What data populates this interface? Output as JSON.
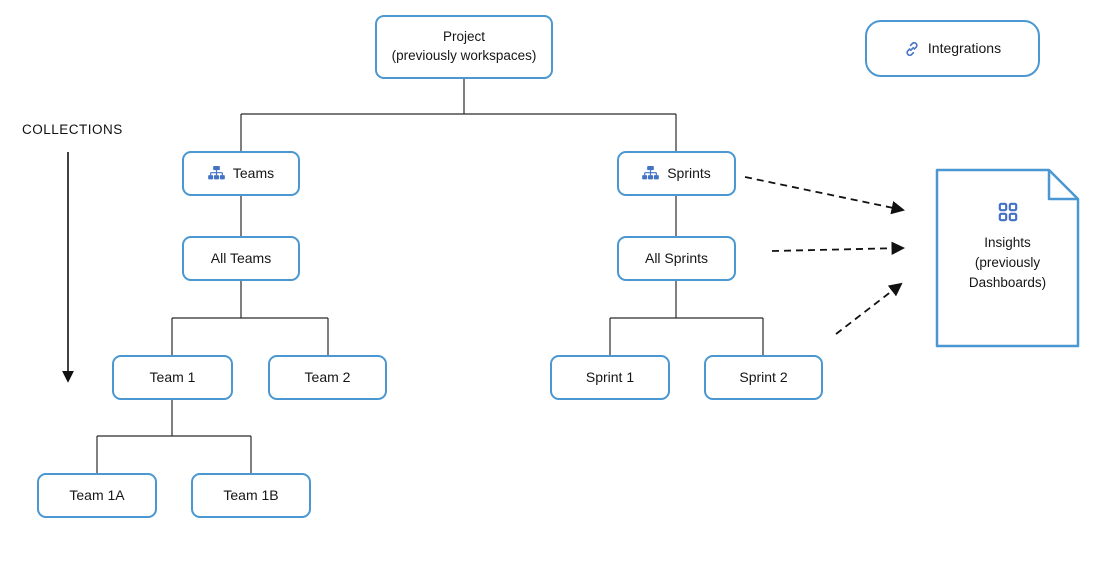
{
  "diagram": {
    "collections_label": "COLLECTIONS",
    "nodes": {
      "project": {
        "line1": "Project",
        "line2": "(previously workspaces)"
      },
      "integrations": {
        "label": "Integrations"
      },
      "teams": {
        "label": "Teams"
      },
      "all_teams": {
        "label": "All Teams"
      },
      "team1": {
        "label": "Team 1"
      },
      "team2": {
        "label": "Team 2"
      },
      "team1a": {
        "label": "Team 1A"
      },
      "team1b": {
        "label": "Team 1B"
      },
      "sprints": {
        "label": "Sprints"
      },
      "all_sprints": {
        "label": "All Sprints"
      },
      "sprint1": {
        "label": "Sprint 1"
      },
      "sprint2": {
        "label": "Sprint 2"
      },
      "insights": {
        "line1": "Insights",
        "line2": "(previously",
        "line3": "Dashboards)"
      }
    },
    "colors": {
      "box_border": "#4a97d2",
      "icon_blue": "#4472c4",
      "connector": "#2a2a2a",
      "arrow": "#111111"
    }
  }
}
